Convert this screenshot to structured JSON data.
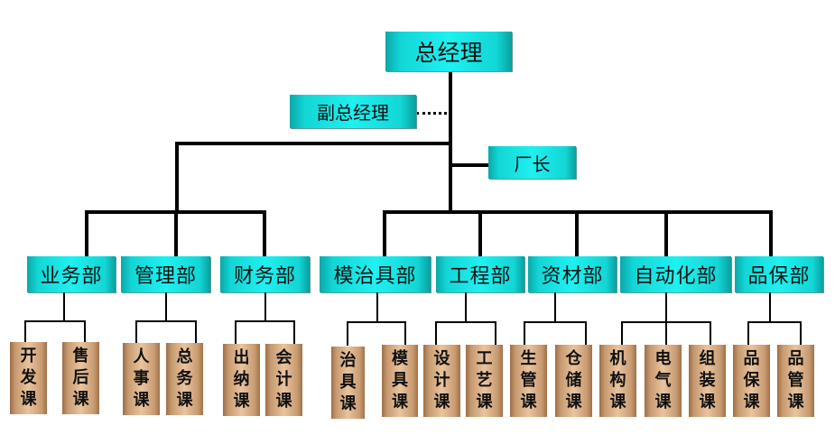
{
  "title": "总经理",
  "deputy": "副总经理",
  "factory": "厂长",
  "departments": [
    {
      "name": "业务部",
      "sections": [
        "开发课",
        "售后课"
      ]
    },
    {
      "name": "管理部",
      "sections": [
        "人事课",
        "总务课"
      ]
    },
    {
      "name": "财务部",
      "sections": [
        "出纳课",
        "会计课"
      ]
    },
    {
      "name": "模治具部",
      "sections": [
        "治具课",
        "模具课"
      ]
    },
    {
      "name": "工程部",
      "sections": [
        "设计课",
        "工艺课"
      ]
    },
    {
      "name": "资材部",
      "sections": [
        "生管课",
        "仓储课"
      ]
    },
    {
      "name": "自动化部",
      "sections": [
        "机构课",
        "电气课",
        "组装课"
      ]
    },
    {
      "name": "品保部",
      "sections": [
        "品保课",
        "品管课"
      ]
    }
  ],
  "colors": {
    "header_box": "#1ff0f0",
    "section_box": "#e9c49e",
    "line": "#000000"
  }
}
